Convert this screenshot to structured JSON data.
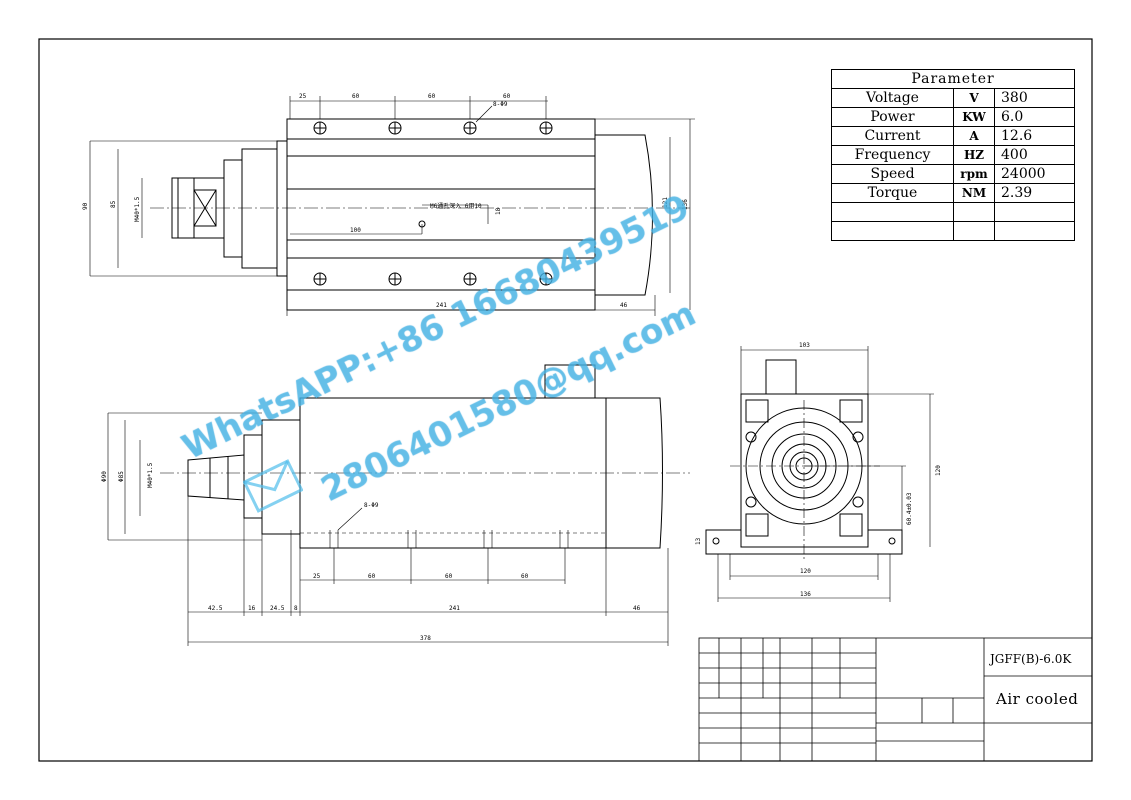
{
  "parameter_table": {
    "title": "Parameter",
    "rows": [
      {
        "name": "Voltage",
        "unit": "V",
        "value": "380"
      },
      {
        "name": "Power",
        "unit": "KW",
        "value": "6.0"
      },
      {
        "name": "Current",
        "unit": "A",
        "value": "12.6"
      },
      {
        "name": "Frequency",
        "unit": "HZ",
        "value": "400"
      },
      {
        "name": "Speed",
        "unit": "rpm",
        "value": "24000"
      },
      {
        "name": "Torque",
        "unit": "NM",
        "value": "2.39"
      }
    ]
  },
  "title_block": {
    "model": "JGFF(B)-6.0K",
    "cooling": "Air cooled"
  },
  "watermark": {
    "line1": "WhatsAPP:+86 16680439519",
    "line2": "2806401580@qq.com"
  },
  "top_view": {
    "dims_top": [
      "25",
      "60",
      "60",
      "60"
    ],
    "hole_note": "8-Φ9",
    "center_note": "M6通孔深入 6用10",
    "dim_100": "100",
    "dim_18": "18",
    "dim_90": "90",
    "dim_85": "85",
    "dim_thread": "M40*1.5",
    "dim_121": "121",
    "dim_136": "136",
    "dim_241": "241",
    "dim_46": "46"
  },
  "side_view": {
    "dim_phi90": "Φ90",
    "dim_phi85": "Φ85",
    "dim_thread": "M40*1.5",
    "hole_note": "8-Φ9",
    "dims_holes": [
      "25",
      "60",
      "60",
      "60"
    ],
    "dims_bottom": [
      "42.5",
      "16",
      "24.5",
      "8",
      "241",
      "46"
    ],
    "dim_total": "378"
  },
  "end_view": {
    "dim_103": "103",
    "dim_120v": "120",
    "dim_center": "60.4±0.03",
    "dim_13": "13",
    "dim_120h": "120",
    "dim_136": "136"
  },
  "colors": {
    "line": "#000000",
    "watermark": "#50bee8"
  }
}
